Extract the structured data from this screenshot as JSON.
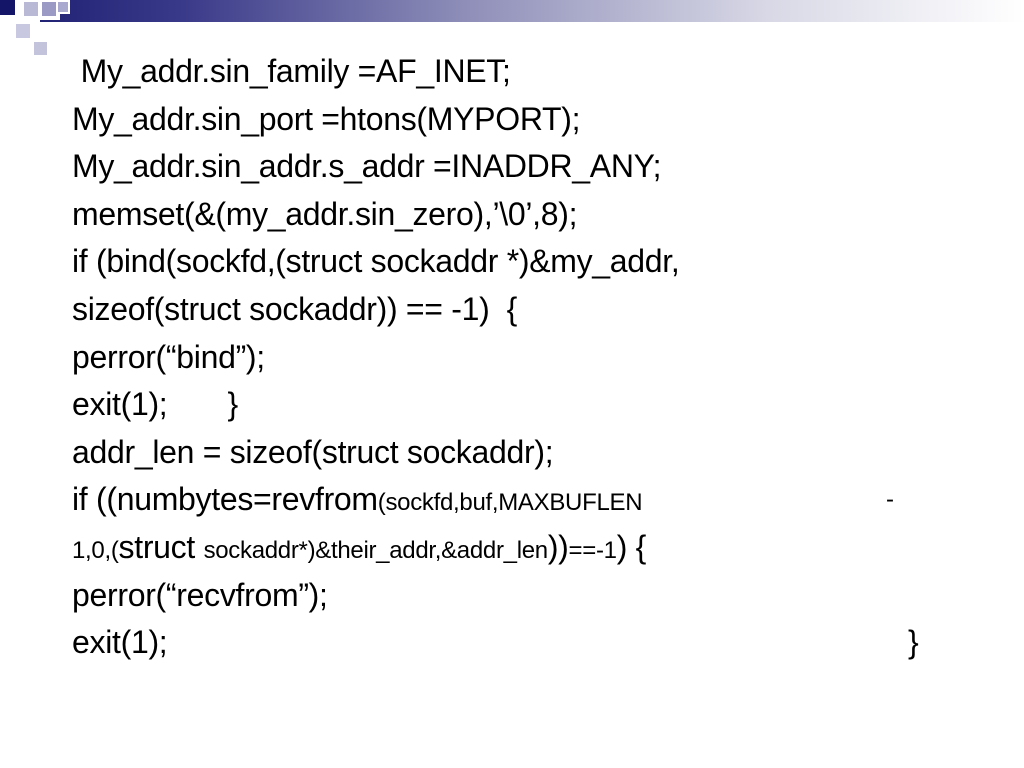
{
  "lines": [
    " My_addr.sin_family =AF_INET;",
    "My_addr.sin_port =htons(MYPORT);",
    "My_addr.sin_addr.s_addr =INADDR_ANY;",
    "memset(&(my_addr.sin_zero),’\\0’,8);",
    "if (bind(sockfd,(struct sockaddr *)&my_addr,",
    "sizeof(struct sockaddr)) == -1)  {",
    "perror(“bind”);",
    "exit(1);       }",
    "addr_len = sizeof(struct sockaddr);"
  ],
  "line10": {
    "a": "if ((numbytes=revfrom",
    "b": "(sockfd,buf,MAXBUFLEN",
    "c": "-"
  },
  "line11": {
    "a": "1,0,(",
    "b": "struct ",
    "c": "sockaddr*)&their_addr,&addr_len",
    "d": "))",
    "e": "==-1",
    "f": ") {"
  },
  "line12": "perror(“recvfrom”);",
  "line13": {
    "a": "exit(1);",
    "b": "}"
  }
}
